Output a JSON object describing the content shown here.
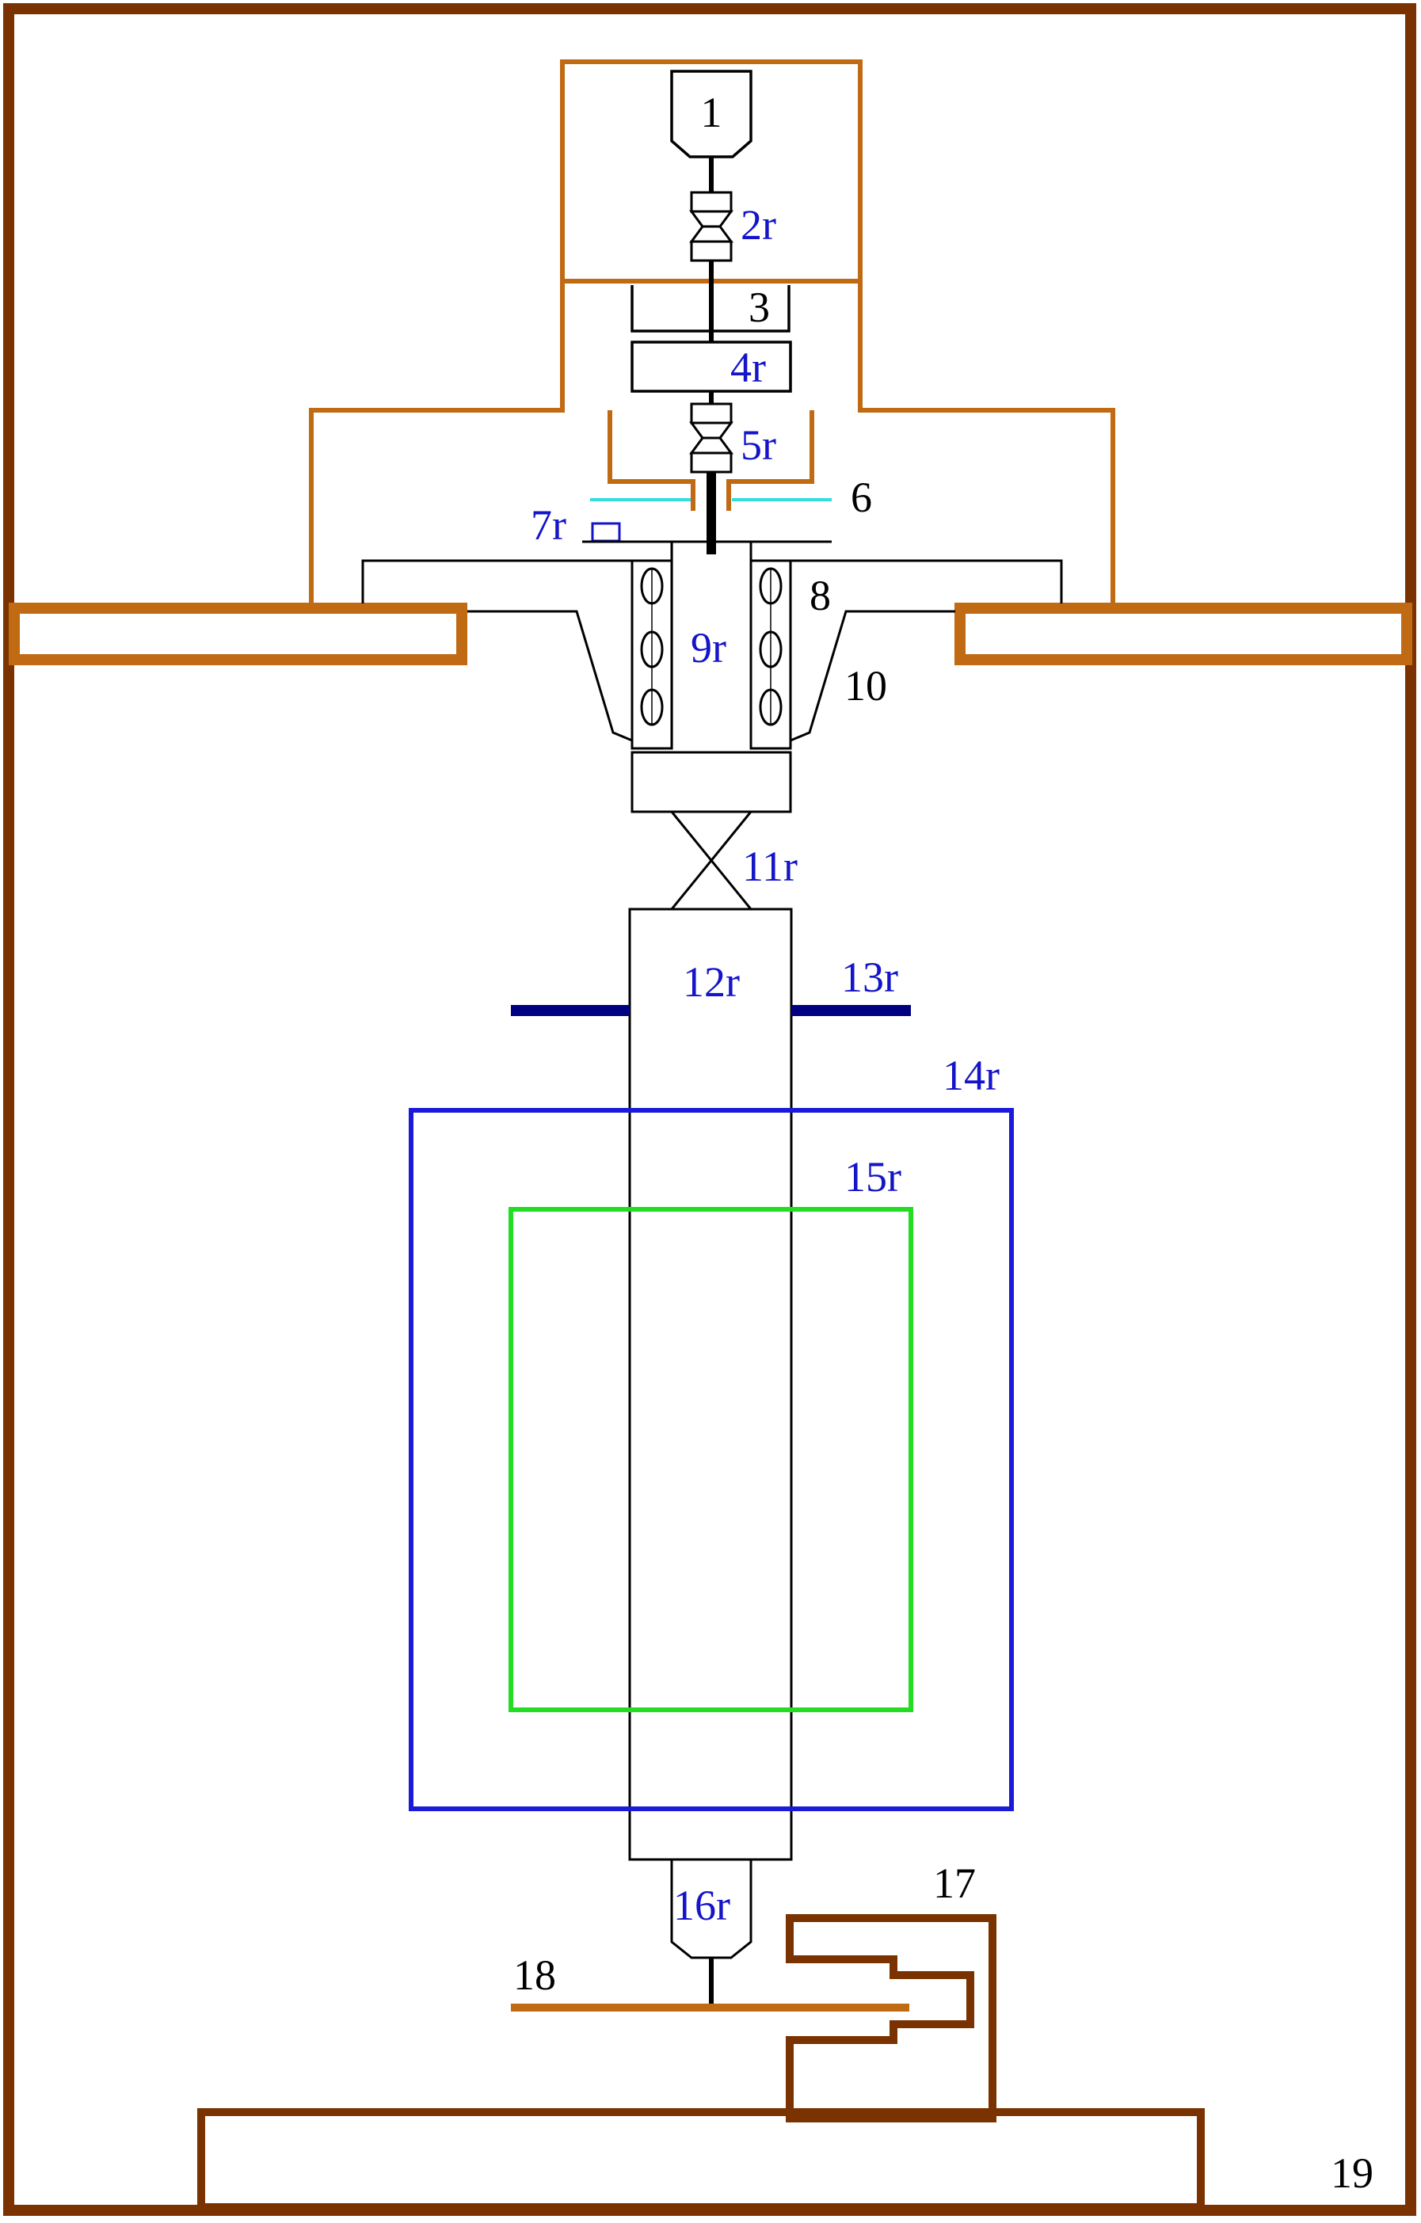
{
  "colors": {
    "frame": "#7a3300",
    "housing": "#c06a14",
    "structure": "#000000",
    "rotor_label": "#1414c8",
    "bushing": "#000080",
    "coil_outer": "#1a1ad8",
    "coil_inner": "#22dd22",
    "seal": "#33dddd",
    "sensor": "#1414c8",
    "base_arm": "#c06a14"
  },
  "labels": {
    "l1": "1",
    "l2": "2r",
    "l3": "3",
    "l4": "4r",
    "l5": "5r",
    "l6": "6",
    "l7": "7r",
    "l8": "8",
    "l9": "9r",
    "l10": "10",
    "l11": "11r",
    "l12": "12r",
    "l13": "13r",
    "l14": "14r",
    "l15": "15r",
    "l16": "16r",
    "l17": "17",
    "l18": "18",
    "l19": "19"
  }
}
